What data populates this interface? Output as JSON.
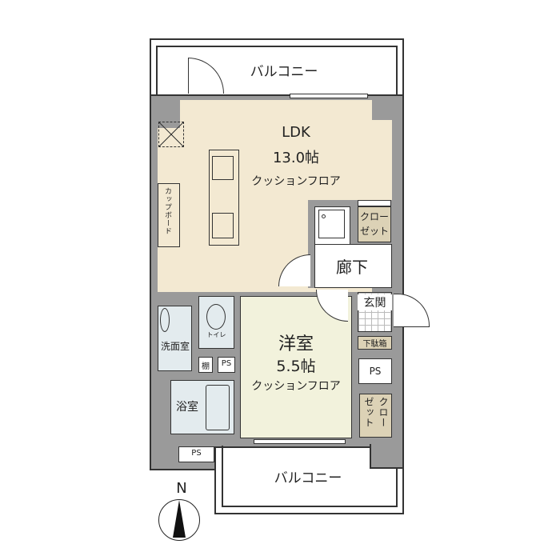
{
  "floorplan": {
    "rooms": {
      "ldk": {
        "name": "LDK",
        "size": "13.0帖",
        "floor": "クッションフロア"
      },
      "yoshitsu": {
        "name": "洋室",
        "size": "5.5帖",
        "floor": "クッションフロア"
      },
      "hallway": {
        "name": "廊下"
      },
      "entrance": {
        "name": "玄関"
      },
      "washroom": {
        "name": "洗面室"
      },
      "bathroom": {
        "name": "浴室"
      },
      "toilet": {
        "name": "トイレ"
      }
    },
    "balconies": {
      "north": "バルコニー",
      "south": "バルコニー"
    },
    "storage": {
      "cupboard": "カップボード",
      "closet_hall_1": "クロー",
      "closet_hall_2": "ゼット",
      "closet_room_1": "クロー",
      "closet_room_2": "ゼット",
      "shoe_box": "下駄箱",
      "shelf": "棚"
    },
    "ps_labels": {
      "ps1": "PS",
      "ps2": "PS",
      "ps3": "PS"
    },
    "compass": {
      "label": "N"
    }
  },
  "colors": {
    "wall": "#9a9a9a",
    "ldk_floor": "#f3e9d2",
    "room_floor": "#f2f2dc",
    "wet_area": "#e3ebee",
    "closet": "#dcd2b6"
  }
}
